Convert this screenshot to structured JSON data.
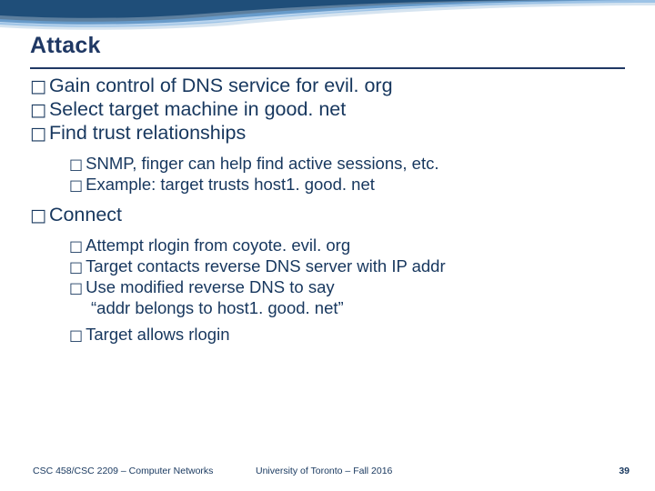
{
  "slide": {
    "title": "Attack",
    "accent_color": "#1f3864",
    "text_color": "#17375e",
    "banner_colors": [
      "#1f4e79",
      "#2e75b6",
      "#9dc3e6",
      "#d6e4f0"
    ],
    "bullet_marker": "□",
    "bullets": [
      {
        "level": 1,
        "text": "Gain control of DNS service for evil. org"
      },
      {
        "level": 1,
        "text": "Select target machine in good. net"
      },
      {
        "level": 1,
        "text": "Find trust relationships"
      },
      {
        "level": 2,
        "text": "SNMP, finger can help find active sessions, etc."
      },
      {
        "level": 2,
        "text": "Example: target trusts host1. good. net"
      },
      {
        "level": 1,
        "text": "Connect"
      },
      {
        "level": 2,
        "text": "Attempt rlogin from coyote. evil. org"
      },
      {
        "level": 2,
        "text": "Target contacts reverse DNS server with IP addr"
      },
      {
        "level": 2,
        "text": "Use modified reverse DNS to say"
      },
      {
        "level": 0,
        "text": "“addr belongs to host1. good. net”"
      },
      {
        "level": 2,
        "text": "Target allows rlogin"
      }
    ]
  },
  "footer": {
    "left": "CSC 458/CSC 2209 – Computer Networks",
    "center": "University of Toronto – Fall 2016",
    "page": "39"
  }
}
